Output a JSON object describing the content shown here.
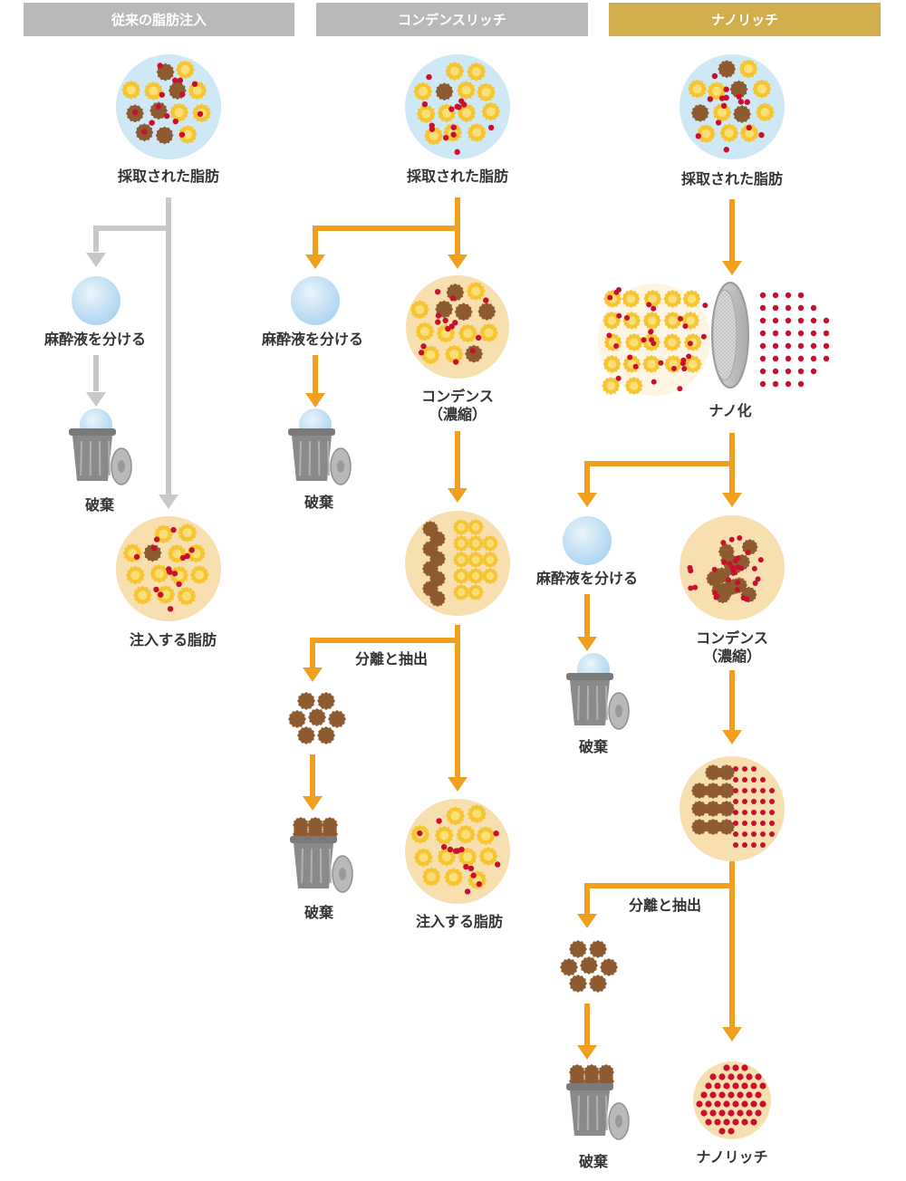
{
  "columns": [
    {
      "title": "従来の脂肪注入",
      "color": "#b9b9b9"
    },
    {
      "title": "コンデンスリッチ",
      "color": "#b9b9b9"
    },
    {
      "title": "ナノリッチ",
      "color": "#d2ad4c"
    }
  ],
  "labels": {
    "harvested_fat": "採取された脂肪",
    "separate_anesthetic": "麻酔液を分ける",
    "discard": "破棄",
    "injected_fat": "注入する脂肪",
    "condense": "コンデンス",
    "condense_sub": "（濃縮）",
    "separation_extraction": "分離と抽出",
    "nanoization": "ナノ化",
    "nanorich": "ナノリッチ"
  },
  "colors": {
    "gray_arrow": "#c8c8c8",
    "orange_arrow": "#f0a01e",
    "fat_yellow": "#f7c531",
    "fat_brown": "#8e5a30",
    "red_dot": "#c8102e",
    "circle_bg_blue": "#cfe8f6",
    "circle_bg_cream": "#f8dfb0",
    "anesthetic_blue": "#cfe6f7",
    "trash_gray": "#8a8a8a"
  }
}
